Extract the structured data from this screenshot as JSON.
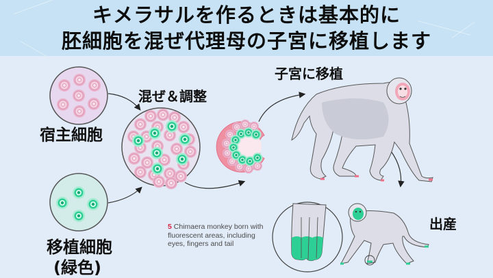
{
  "title": {
    "line1": "キメラサルを作るときは基本的に",
    "line2": "胚細胞を混ぜ代理母の子宮に移植します"
  },
  "labels": {
    "host_cells": "宿主細胞",
    "mix_adjust": "混ぜ＆調整",
    "transplant_to_uterus": "子宮に移植",
    "birth": "出産",
    "donor_cells_line1": "移植細胞",
    "donor_cells_line2": "(緑色)"
  },
  "caption": {
    "step_number": "5",
    "line1": " Chimaera monkey born with",
    "line2": "fluorescent areas, including",
    "line3": "eyes, fingers and tail"
  },
  "colors": {
    "title_band": "#c6e2f4",
    "background": "#e2ecf8",
    "host_cell_pink": "#e59ab8",
    "donor_cell_green": "#2ecf95",
    "blastocyst_pink": "#ef8fa2",
    "monkey_gray": "#d3d5df",
    "caption_number_red": "#d6213f"
  }
}
